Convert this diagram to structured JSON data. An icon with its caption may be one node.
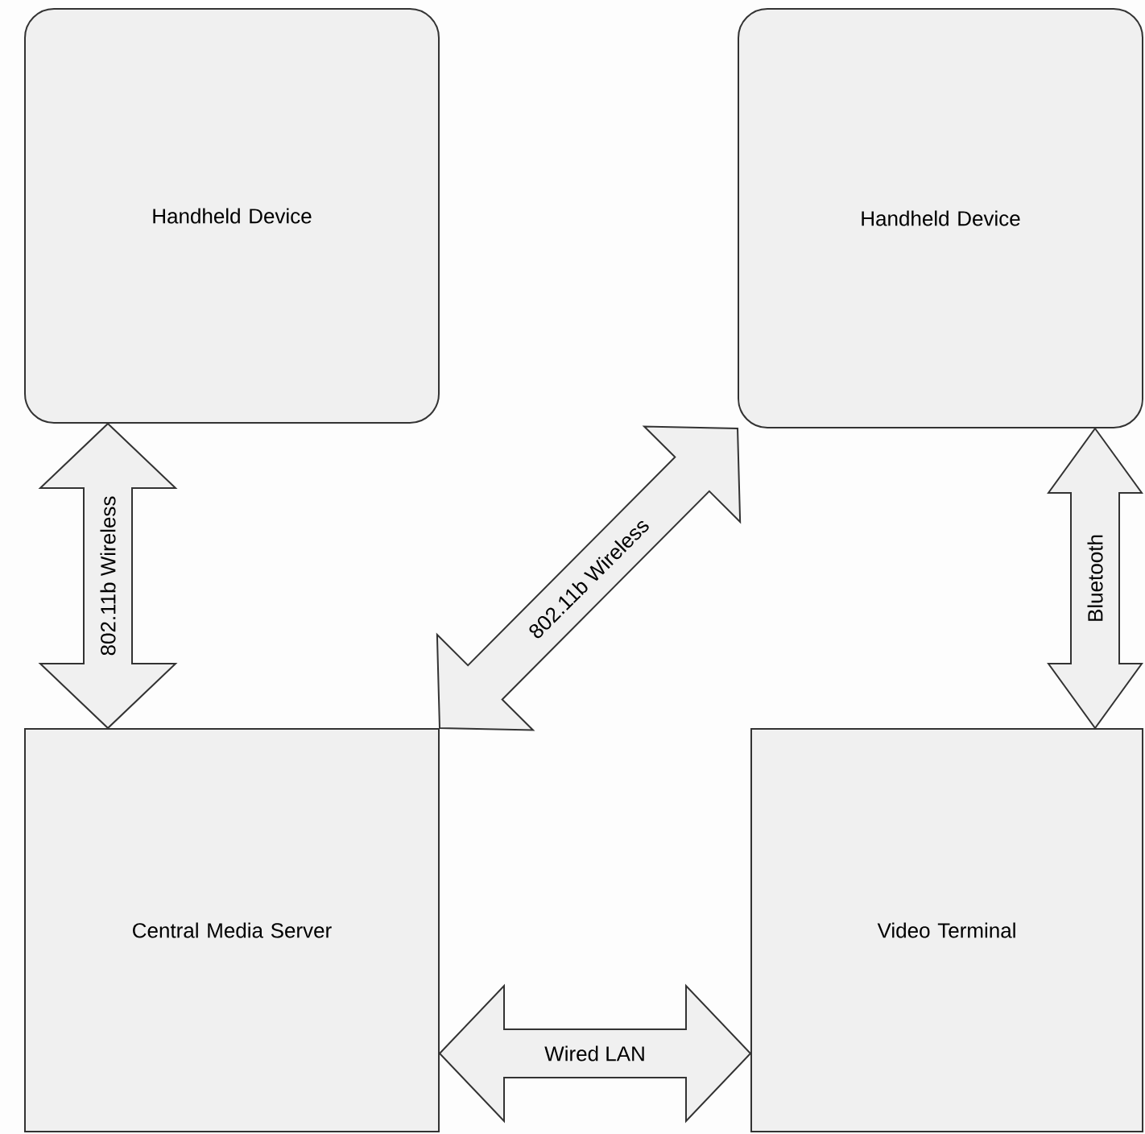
{
  "diagram": {
    "nodes": [
      {
        "text": [
          "Handheld Device"
        ]
      },
      {
        "text": [
          "Handheld Device"
        ]
      },
      {
        "text": [
          "Central Media Server"
        ]
      },
      {
        "text": [
          "Video Terminal"
        ]
      }
    ],
    "edges": [
      {
        "from": 0,
        "to": 2,
        "arrow": "both",
        "label": "802.11b Wireless"
      },
      {
        "from": 2,
        "to": 1,
        "arrow": "both",
        "label": "802.11b Wireless"
      },
      {
        "from": 1,
        "to": 3,
        "arrow": "both",
        "label": "Bluetooth"
      },
      {
        "from": 2,
        "to": 3,
        "arrow": "both",
        "label": "Wired LAN"
      }
    ]
  }
}
